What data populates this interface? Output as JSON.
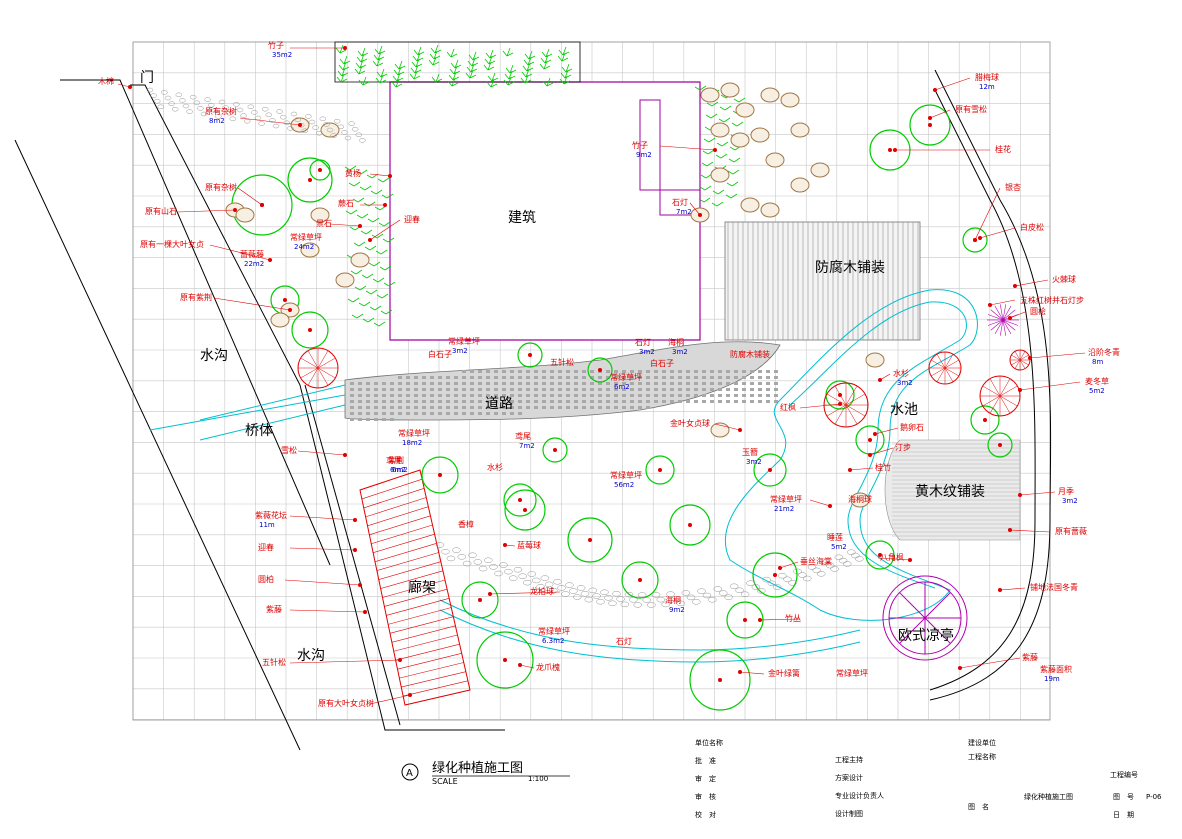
{
  "title": {
    "marker": "A",
    "text": "绿化种植施工图",
    "scale_label": "SCALE",
    "scale_value": "1:100"
  },
  "areas": {
    "building": "建筑",
    "deck": "防腐木铺装",
    "pond": "水池",
    "road": "道路",
    "bridge": "桥体",
    "ditch_top": "水沟",
    "ditch_bottom": "水沟",
    "corridor": "廊架",
    "pavilion": "欧式凉亭",
    "yellow_deck": "黄木纹铺装",
    "gate": "门"
  },
  "labels_left": [
    {
      "t": "竹子",
      "q": "35m2"
    },
    {
      "t": "木棉",
      "q": ""
    },
    {
      "t": "原有杂树",
      "q": "8m2"
    },
    {
      "t": "原有杂树",
      "q": ""
    },
    {
      "t": "原有山石",
      "q": ""
    },
    {
      "t": "原有一棵大叶女贞",
      "q": ""
    },
    {
      "t": "蔷薇藤",
      "q": "22m2"
    },
    {
      "t": "原有紫荆",
      "q": ""
    },
    {
      "t": "黄杨",
      "q": ""
    },
    {
      "t": "蕨石",
      "q": ""
    },
    {
      "t": "景石",
      "q": ""
    },
    {
      "t": "常绿草坪",
      "q": "24m2"
    },
    {
      "t": "迎春",
      "q": ""
    }
  ],
  "labels_right": [
    {
      "t": "腊梅球",
      "q": "12m"
    },
    {
      "t": "原有雪松",
      "q": ""
    },
    {
      "t": "桂花",
      "q": ""
    },
    {
      "t": "银杏",
      "q": ""
    },
    {
      "t": "白皮松",
      "q": ""
    },
    {
      "t": "火棘球",
      "q": ""
    },
    {
      "t": "五株红树并石灯步",
      "q": ""
    },
    {
      "t": "圆桧",
      "q": ""
    },
    {
      "t": "沿阶冬青",
      "q": "8m"
    },
    {
      "t": "麦冬草",
      "q": "5m2"
    },
    {
      "t": "月季",
      "q": "3m2"
    },
    {
      "t": "原有蔷薇",
      "q": ""
    },
    {
      "t": "铺地法国冬青",
      "q": ""
    },
    {
      "t": "紫藤",
      "q": ""
    },
    {
      "t": "紫藤面积",
      "q": "19m"
    }
  ],
  "labels_mid": [
    {
      "t": "竹子",
      "q": "9m2"
    },
    {
      "t": "石灯",
      "q": "7m2"
    },
    {
      "t": "石灯",
      "q": "3m2"
    },
    {
      "t": "常绿草坪",
      "q": "3m2"
    },
    {
      "t": "白石子",
      "q": ""
    },
    {
      "t": "常绿草坪",
      "q": "6m2"
    },
    {
      "t": "五针松",
      "q": ""
    },
    {
      "t": "海桐",
      "q": "3m2"
    },
    {
      "t": "白石子",
      "q": ""
    },
    {
      "t": "防腐木铺装",
      "q": ""
    },
    {
      "t": "水杉",
      "q": "3m2"
    },
    {
      "t": "红枫",
      "q": ""
    },
    {
      "t": "鹅卵石",
      "q": ""
    },
    {
      "t": "汀步",
      "q": ""
    },
    {
      "t": "桂竹",
      "q": ""
    },
    {
      "t": "常绿草坪",
      "q": "18m2"
    },
    {
      "t": "常绿草坪",
      "q": "56m2"
    },
    {
      "t": "鸢尾",
      "q": "7m2"
    },
    {
      "t": "金叶女贞球",
      "q": ""
    },
    {
      "t": "水杉",
      "q": ""
    },
    {
      "t": "香樟",
      "q": ""
    },
    {
      "t": "玉簪",
      "q": "3m2"
    },
    {
      "t": "常绿草坪",
      "q": "21m2"
    },
    {
      "t": "海桐球",
      "q": ""
    },
    {
      "t": "睡莲",
      "q": "5m2"
    },
    {
      "t": "八角枫",
      "q": ""
    },
    {
      "t": "鸢尾",
      "q": "6m2"
    },
    {
      "t": "常绿草坪",
      "q": "6.3m2"
    },
    {
      "t": "龙柏球",
      "q": ""
    },
    {
      "t": "海桐",
      "q": "9m2"
    },
    {
      "t": "竹丛",
      "q": ""
    },
    {
      "t": "石灯",
      "q": ""
    },
    {
      "t": "金叶绿篱",
      "q": ""
    },
    {
      "t": "常绿草坪",
      "q": ""
    },
    {
      "t": "龙爪槐",
      "q": ""
    },
    {
      "t": "垂丝海棠",
      "q": ""
    },
    {
      "t": "蓝莓球",
      "q": ""
    }
  ],
  "labels_west": [
    {
      "t": "雪松",
      "q": ""
    },
    {
      "t": "紫荆",
      "q": "6m2"
    },
    {
      "t": "紫薇花坛",
      "q": "11m"
    },
    {
      "t": "迎春",
      "q": ""
    },
    {
      "t": "圆柏",
      "q": ""
    },
    {
      "t": "紫藤",
      "q": ""
    },
    {
      "t": "五针松",
      "q": ""
    },
    {
      "t": "原有大叶女贞树",
      "q": ""
    }
  ],
  "titleblock": {
    "col1": [
      "单位名称",
      "批　准",
      "审　定",
      "审　核",
      "校　对"
    ],
    "col2": [
      "工程主持",
      "方案设计",
      "专业设计负责人",
      "设计制图"
    ],
    "col3": [
      "建设单位",
      "工程名称",
      "图　名"
    ],
    "drawing_name": "绿化种植施工图",
    "col4": [
      "工程编号",
      "图　号",
      "日　期"
    ],
    "drawing_no": "P-06"
  },
  "colors": {
    "grid": "#c0c0c0",
    "plant": "#00cc00",
    "red": "#e00000",
    "water": "#00c0d0",
    "wall": "#a000a0",
    "rock": "#b08850",
    "deck": "#808080"
  }
}
